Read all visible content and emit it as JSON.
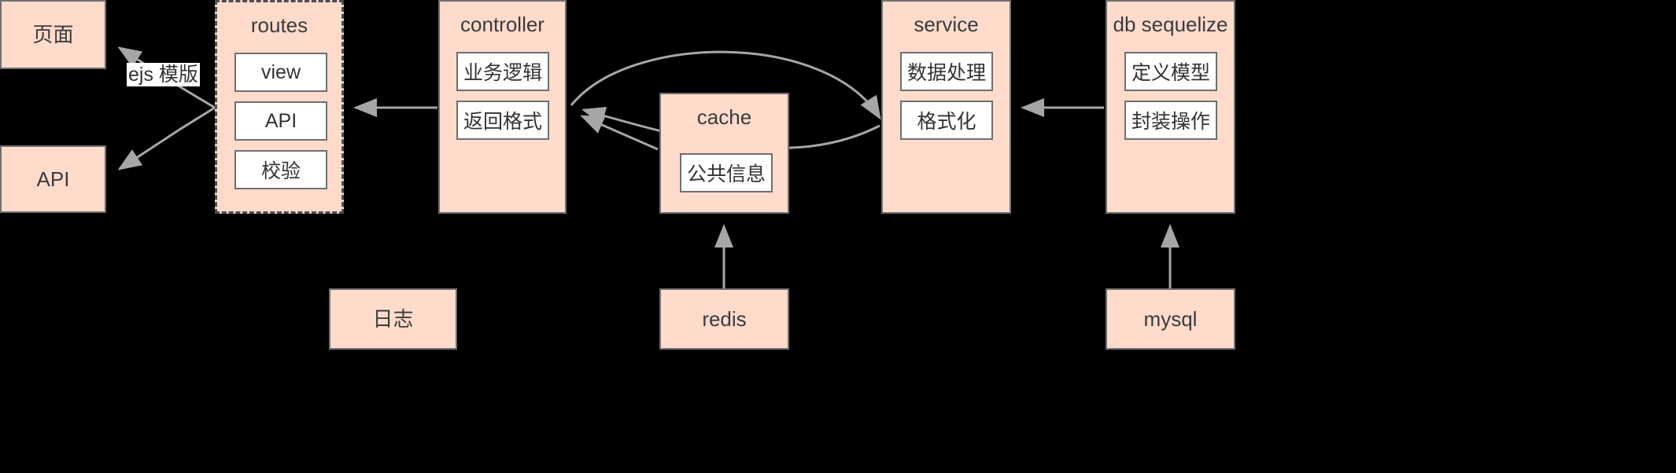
{
  "diagram": {
    "title": "Node.js backend layered architecture",
    "background_color": "#000000",
    "node_fill": "#ffdbcc",
    "node_border": "#6f6f6f",
    "subbox_fill": "#ffffff",
    "edge_color": "#a6a6a6",
    "text_color": "#333333"
  },
  "nodes": {
    "page": {
      "label": "页面"
    },
    "api": {
      "label": "API"
    },
    "routes": {
      "label": "routes",
      "border_style": "dashed",
      "items": [
        {
          "label": "view"
        },
        {
          "label": "API"
        },
        {
          "label": "校验"
        }
      ]
    },
    "controller": {
      "label": "controller",
      "items": [
        {
          "label": "业务逻辑"
        },
        {
          "label": "返回格式"
        }
      ]
    },
    "cache": {
      "label": "cache",
      "items": [
        {
          "label": "公共信息"
        }
      ]
    },
    "service": {
      "label": "service",
      "items": [
        {
          "label": "数据处理"
        },
        {
          "label": "格式化"
        }
      ]
    },
    "db": {
      "label": "db sequelize",
      "items": [
        {
          "label": "定义模型"
        },
        {
          "label": "封装操作"
        }
      ]
    },
    "log": {
      "label": "日志"
    },
    "redis": {
      "label": "redis"
    },
    "mysql": {
      "label": "mysql"
    }
  },
  "edges": [
    {
      "id": "routes-to-page",
      "label": "ejs 模版",
      "from": "routes",
      "to": "page"
    },
    {
      "id": "routes-to-api",
      "label": "",
      "from": "routes",
      "to": "api"
    },
    {
      "id": "controller-to-routes",
      "label": "",
      "from": "controller",
      "to": "routes"
    },
    {
      "id": "cache-to-controller",
      "label": "",
      "from": "cache",
      "to": "controller"
    },
    {
      "id": "service-to-controller",
      "label": "",
      "from": "service",
      "to": "controller"
    },
    {
      "id": "controller-to-service",
      "label": "",
      "from": "controller",
      "to": "service"
    },
    {
      "id": "db-to-service",
      "label": "",
      "from": "db",
      "to": "service"
    },
    {
      "id": "redis-to-cache",
      "label": "",
      "from": "redis",
      "to": "cache"
    },
    {
      "id": "mysql-to-db",
      "label": "",
      "from": "mysql",
      "to": "db"
    }
  ]
}
